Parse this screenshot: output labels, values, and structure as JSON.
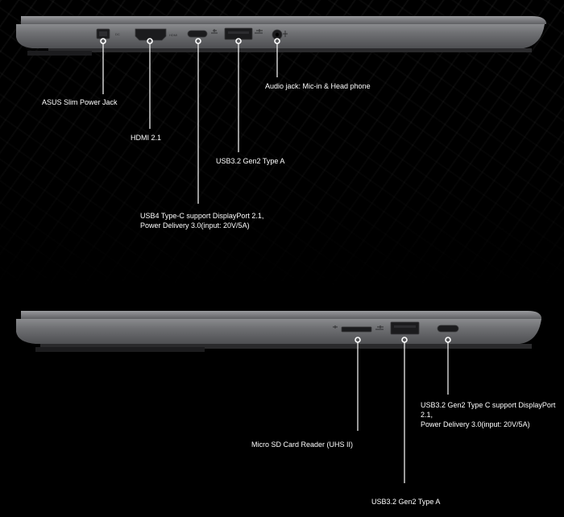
{
  "left_side": {
    "ports": [
      {
        "name": "asus-slim-power-jack",
        "label": "ASUS Slim Power Jack"
      },
      {
        "name": "hdmi-port",
        "label": "HDMI 2.1"
      },
      {
        "name": "usb4-type-c-port",
        "label": "USB4 Type-C support DisplayPort 2.1,\nPower Delivery 3.0(input: 20V/5A)"
      },
      {
        "name": "usb32-gen2-type-a-port",
        "label": "USB3.2 Gen2 Type A"
      },
      {
        "name": "audio-jack",
        "label": "Audio jack: Mic-in & Head phone"
      }
    ],
    "port_icon_text": {
      "dc": "DC",
      "hdmi": "HDMI"
    }
  },
  "right_side": {
    "ports": [
      {
        "name": "micro-sd-card-reader",
        "label": "Micro SD Card Reader (UHS II)"
      },
      {
        "name": "usb32-gen2-type-a-port",
        "label": "USB3.2 Gen2 Type A"
      },
      {
        "name": "usb32-gen2-type-c-port",
        "label": "USB3.2 Gen2 Type C support DisplayPort 2.1,\nPower Delivery 3.0(input: 20V/5A)"
      }
    ]
  },
  "colors": {
    "background": "#000000",
    "chassis": "#6e6f72",
    "port": "#1b1b1d",
    "leader_line": "#ffffff"
  }
}
